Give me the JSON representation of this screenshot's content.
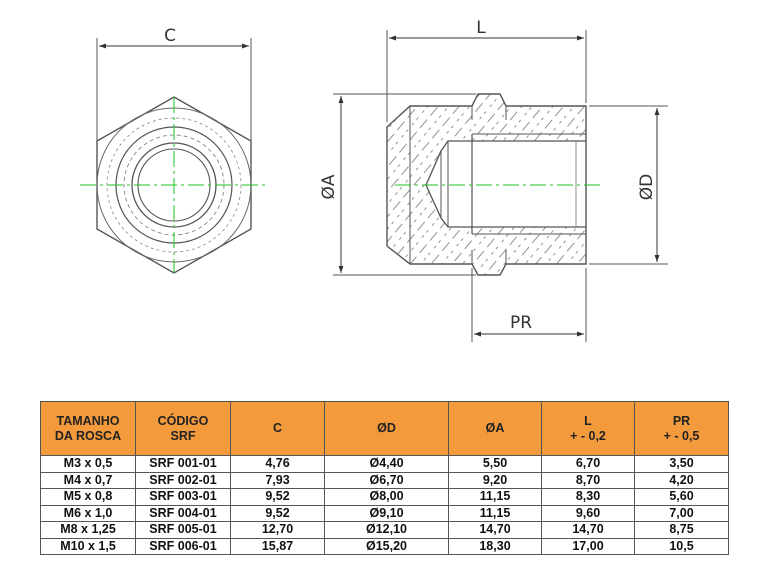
{
  "drawing": {
    "labels": {
      "hex_width": "C",
      "length": "L",
      "outer_diameter": "ØA",
      "inner_diameter": "ØD",
      "thread_depth": "PR"
    }
  },
  "table": {
    "headers": [
      {
        "line1": "TAMANHO",
        "line2": "DA ROSCA"
      },
      {
        "line1": "CÓDIGO",
        "line2": "SRF"
      },
      {
        "line1": "C",
        "line2": ""
      },
      {
        "line1": "ØD",
        "line2": ""
      },
      {
        "line1": "ØA",
        "line2": ""
      },
      {
        "line1": "L",
        "line2": "+ - 0,2"
      },
      {
        "line1": "PR",
        "line2": "+ - 0,5"
      }
    ],
    "rows": [
      [
        "M3 x 0,5",
        "SRF 001-01",
        "4,76",
        "Ø4,40",
        "5,50",
        "6,70",
        "3,50"
      ],
      [
        "M4 x 0,7",
        "SRF 002-01",
        "7,93",
        "Ø6,70",
        "9,20",
        "8,70",
        "4,20"
      ],
      [
        "M5 x 0,8",
        "SRF 003-01",
        "9,52",
        "Ø8,00",
        "11,15",
        "8,30",
        "5,60"
      ],
      [
        "M6 x 1,0",
        "SRF 004-01",
        "9,52",
        "Ø9,10",
        "11,15",
        "9,60",
        "7,00"
      ],
      [
        "M8 x 1,25",
        "SRF 005-01",
        "12,70",
        "Ø12,10",
        "14,70",
        "14,70",
        "8,75"
      ],
      [
        "M10 x 1,5",
        "SRF 006-01",
        "15,87",
        "Ø15,20",
        "18,30",
        "17,00",
        "10,5"
      ]
    ]
  },
  "colors": {
    "header_bg": "#f39a3d",
    "outline": "#5a5a5a",
    "centerline": "#1fc21f",
    "hatch": "#6e6e6e"
  }
}
